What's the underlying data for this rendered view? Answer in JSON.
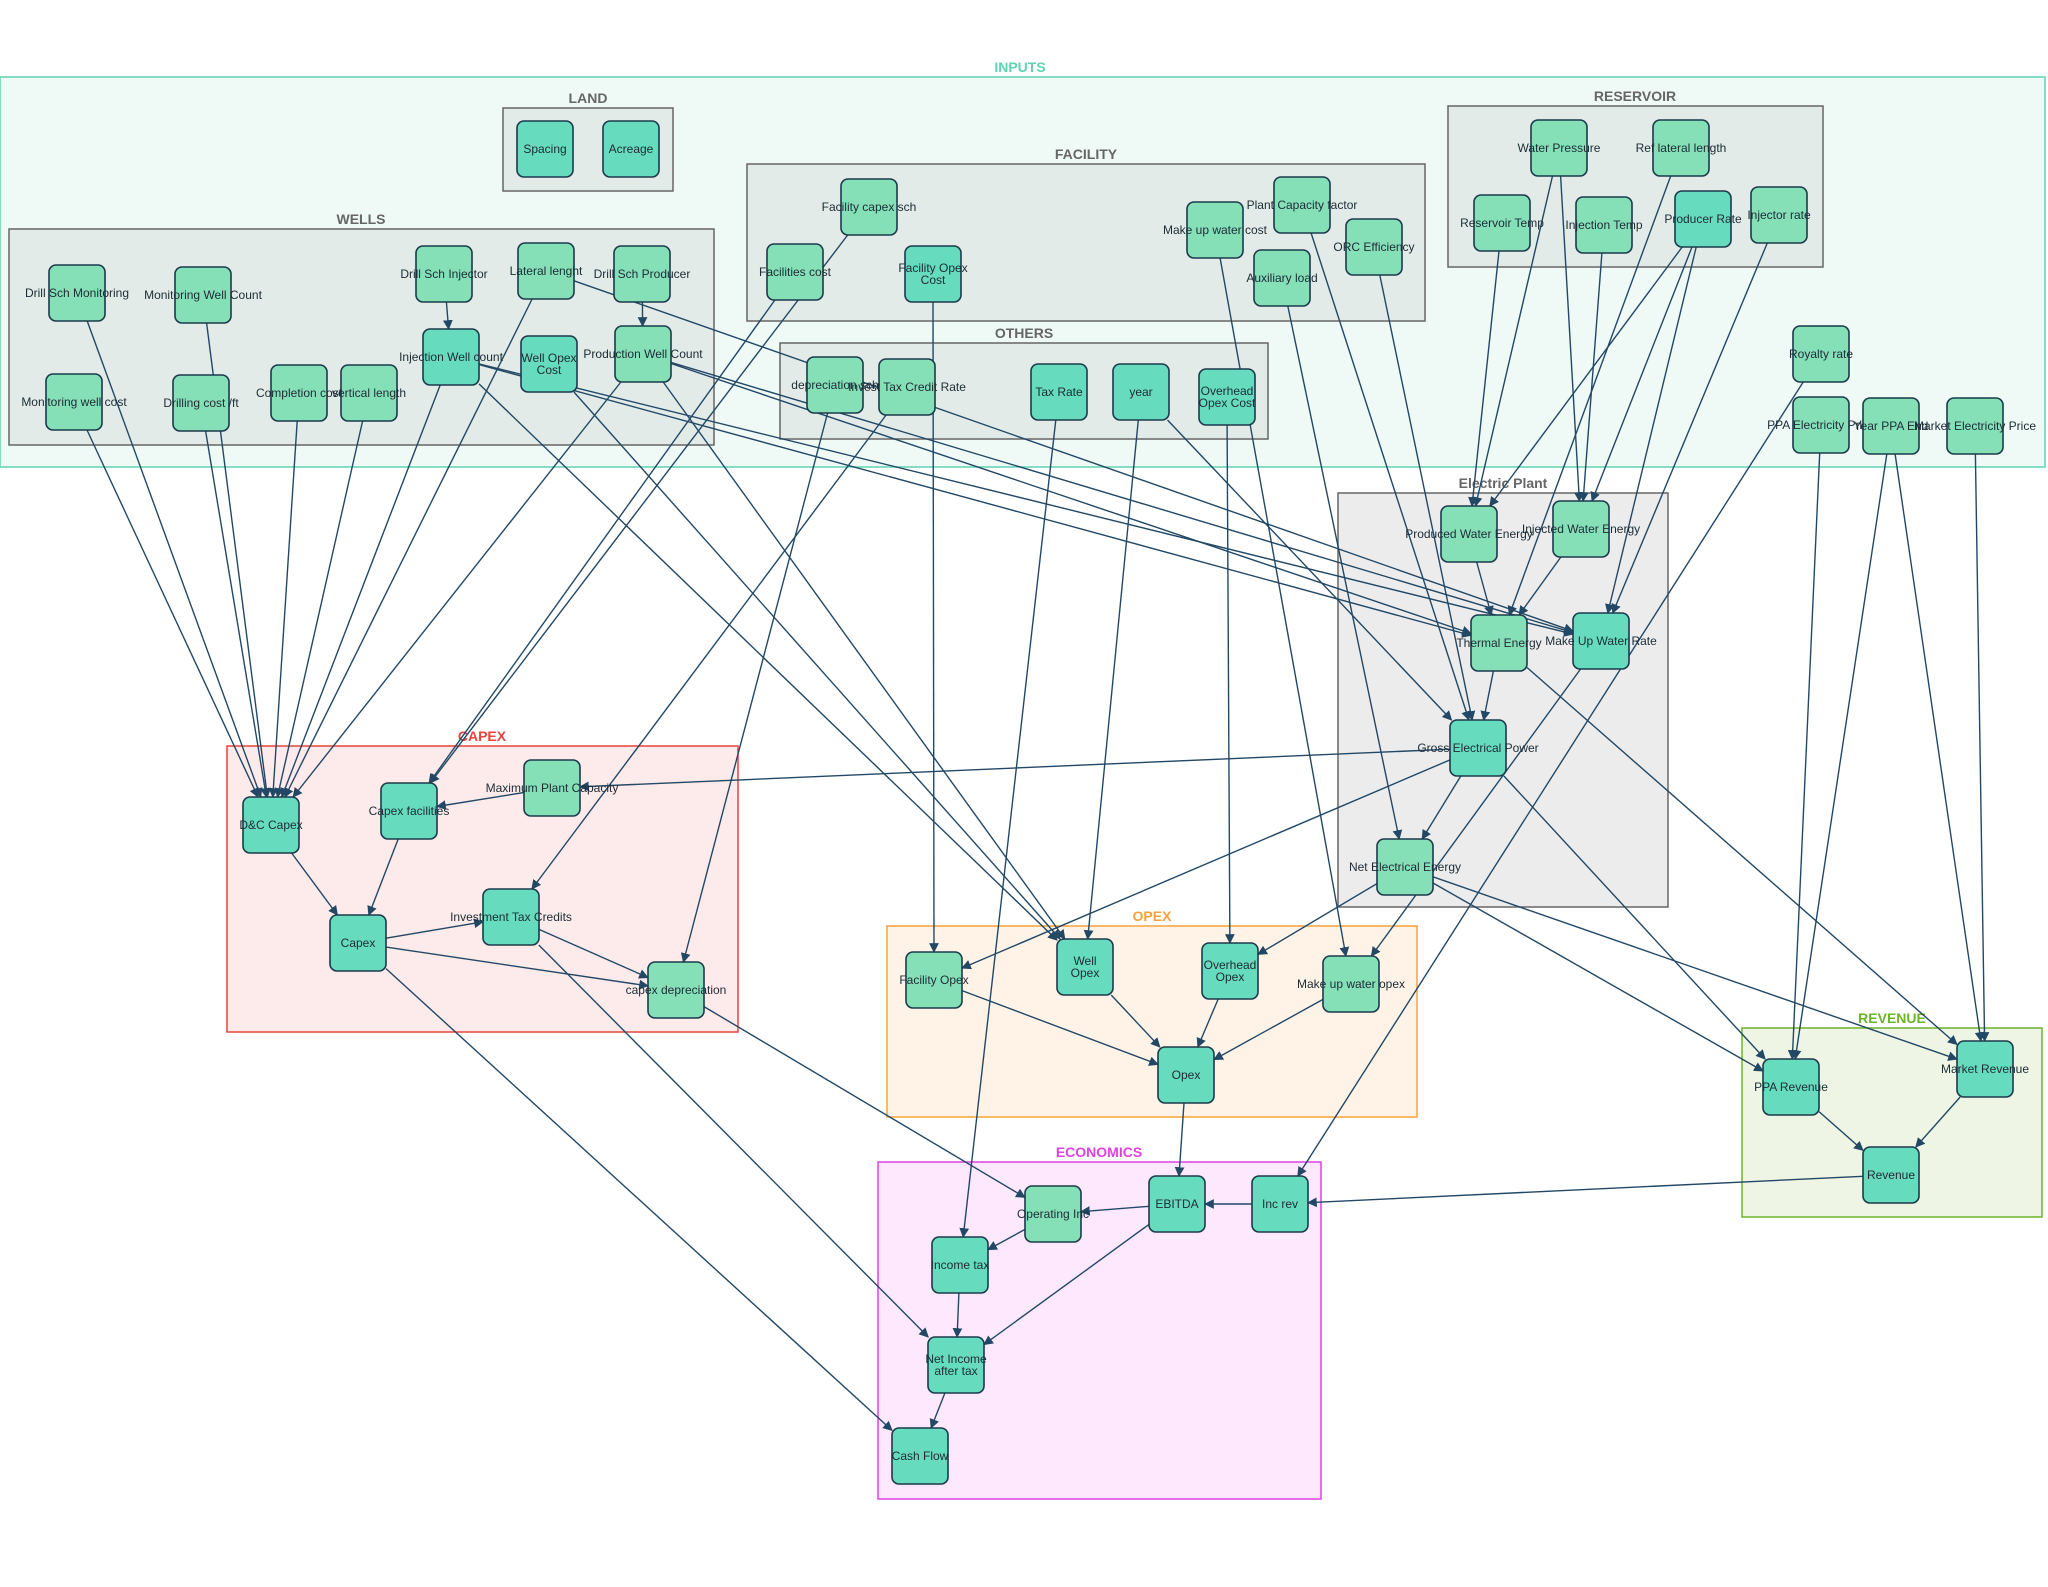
{
  "colors": {
    "node_fill_a": "#66dbbe",
    "node_fill_b": "#85e0b8",
    "edge": "#224866",
    "inputs": "#5fd3b3",
    "capex": "#e8443c",
    "opex": "#f5a33a",
    "economics": "#e040e0",
    "revenue": "#6bb42c",
    "subgroup": "#666666"
  },
  "groups": {
    "inputs": "INPUTS",
    "land": "LAND",
    "facility": "FACILITY",
    "reservoir": "RESERVOIR",
    "wells": "WELLS",
    "others": "OTHERS",
    "electric_plant": "Electric Plant",
    "capex": "CAPEX",
    "opex": "OPEX",
    "economics": "ECONOMICS",
    "revenue": "REVENUE"
  },
  "nodes": {
    "spacing": [
      "Spacing"
    ],
    "acreage": [
      "Acreage"
    ],
    "facility_capex_sch": [
      "Facility capex sch"
    ],
    "facilities_cost": [
      "Facilities cost"
    ],
    "facility_opex_cost": [
      "Facility Opex",
      "Cost"
    ],
    "make_up_water_cost": [
      "Make up water cost"
    ],
    "plant_capacity_factor": [
      "Plant Capacity factor"
    ],
    "orc_efficiency": [
      "ORC Efficiency"
    ],
    "auxiliary_load": [
      "Auxiliary load"
    ],
    "water_pressure": [
      "Water Pressure"
    ],
    "ref_lateral_length": [
      "Ref lateral length"
    ],
    "reservoir_temp": [
      "Reservoir Temp"
    ],
    "injection_temp": [
      "Injection Temp"
    ],
    "producer_rate": [
      "Producer Rate"
    ],
    "injector_rate": [
      "Injector rate"
    ],
    "drill_sch_monitoring": [
      "Drill Sch Monitoring"
    ],
    "monitoring_well_count": [
      "Monitoring Well Count"
    ],
    "drill_sch_injector": [
      "Drill Sch Injector"
    ],
    "lateral_lenght": [
      "Lateral lenght"
    ],
    "drill_sch_producer": [
      "Drill Sch Producer"
    ],
    "injection_well_count": [
      "Injection Well count"
    ],
    "well_opex_cost": [
      "Well Opex",
      "Cost"
    ],
    "production_well_count": [
      "Production Well Count"
    ],
    "monitoring_well_cost": [
      "Monitoring well cost"
    ],
    "drilling_cost_ft": [
      "Drilling cost /ft"
    ],
    "completion_cost": [
      "Completion cost"
    ],
    "vertical_length": [
      "vertical length"
    ],
    "depreciation_sch": [
      "depreciation sch"
    ],
    "invest_tax_credit_rate": [
      "Invest Tax Credit Rate"
    ],
    "tax_rate": [
      "Tax Rate"
    ],
    "year": [
      "year"
    ],
    "overhead_opex_cost": [
      "Overhead",
      "Opex Cost"
    ],
    "royalty_rate": [
      "Royalty rate"
    ],
    "ppa_electricity_price": [
      "PPA Electricity Price"
    ],
    "year_ppa_end": [
      "Year PPA End"
    ],
    "market_electricity_price": [
      "Market Electricity Price"
    ],
    "produced_water_energy": [
      "Produced Water Energy"
    ],
    "injected_water_energy": [
      "Injected Water Energy"
    ],
    "thermal_energy": [
      "Thermal Energy"
    ],
    "make_up_water_rate": [
      "Make Up Water Rate"
    ],
    "gross_electrical_power": [
      "Gross Electrical Power"
    ],
    "net_electrical_energy": [
      "Net Electrical Energy"
    ],
    "dc_capex": [
      "D&C Capex"
    ],
    "capex_facilities": [
      "Capex facilities"
    ],
    "maximum_plant_capacity": [
      "Maximum Plant Capacity"
    ],
    "capex": [
      "Capex"
    ],
    "investment_tax_credits": [
      "Investment Tax Credits"
    ],
    "capex_depreciation": [
      "capex depreciation"
    ],
    "facility_opex": [
      "Facility Opex"
    ],
    "well_opex": [
      "Well",
      "Opex"
    ],
    "overhead_opex": [
      "Overhead",
      "Opex"
    ],
    "make_up_water_opex": [
      "Make up water opex"
    ],
    "opex": [
      "Opex"
    ],
    "operating_inc": [
      "Operating Inc"
    ],
    "ebitda": [
      "EBITDA"
    ],
    "inc_rev": [
      "Inc rev"
    ],
    "income_tax": [
      "Income tax"
    ],
    "net_income_after_tax": [
      "Net Income",
      "after tax"
    ],
    "cash_flow": [
      "Cash Flow"
    ],
    "ppa_revenue": [
      "PPA Revenue"
    ],
    "market_revenue": [
      "Market Revenue"
    ],
    "revenue": [
      "Revenue"
    ]
  }
}
